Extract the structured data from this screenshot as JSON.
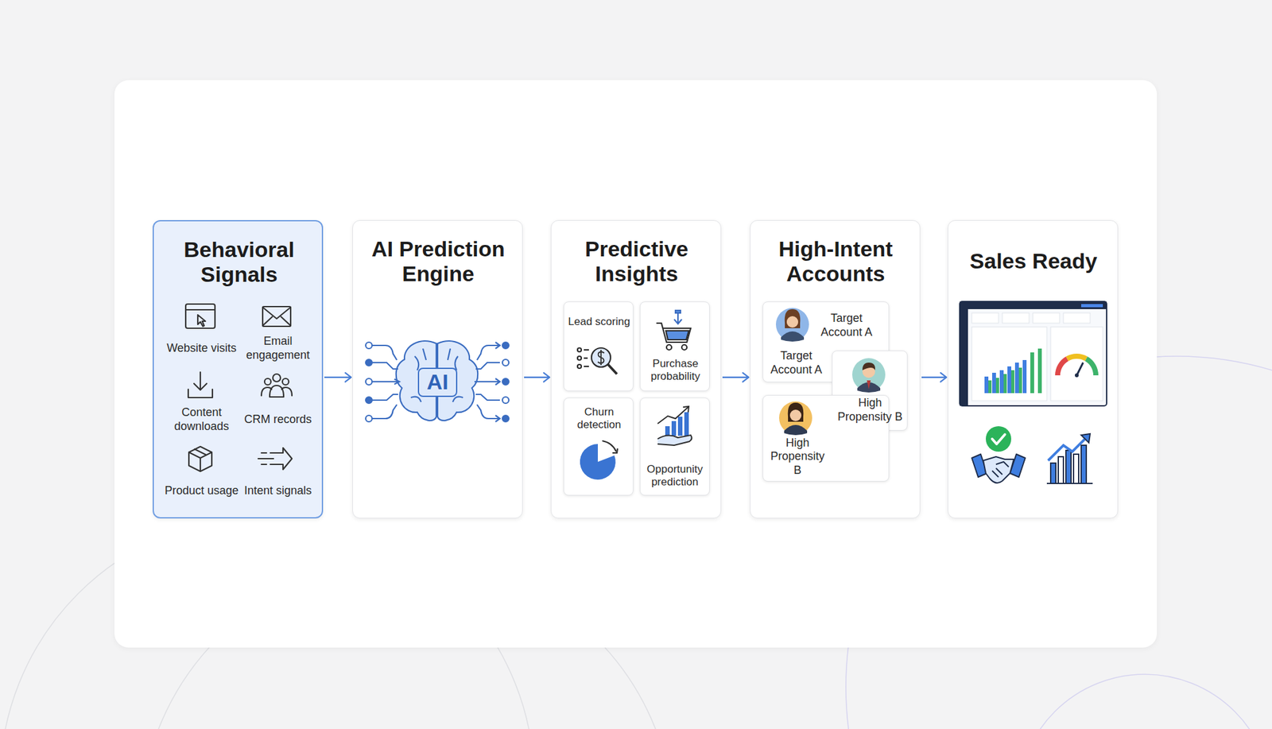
{
  "diagram": {
    "nodes": [
      {
        "text": [
          "Behavioral Signals",
          "Website visits",
          "Email engagement",
          "Content downloads",
          "CRM records",
          "Product usage",
          "Intent signals"
        ]
      },
      {
        "text": [
          "AI Prediction Engine",
          "AI"
        ]
      },
      {
        "text": [
          "Predictive Insights"
        ]
      },
      {
        "text": [
          "Lead scoring"
        ],
        "in": 2
      },
      {
        "text": [
          "Purchase probability"
        ],
        "in": 2
      },
      {
        "text": [
          "Churn detection"
        ],
        "in": 2
      },
      {
        "text": [
          "Opportunity prediction"
        ],
        "in": 2
      },
      {
        "text": [
          "High-Intent Accounts"
        ]
      },
      {
        "text": [
          "Target Account A",
          "Target Account A"
        ],
        "in": 7
      },
      {
        "text": [
          "High Propensity B"
        ],
        "in": 7
      },
      {
        "text": [
          "High Propensity B"
        ],
        "in": 7
      },
      {
        "text": [
          "Sales Ready"
        ]
      }
    ],
    "edges": [
      {
        "from": 0,
        "to": 1,
        "arrow": "to"
      },
      {
        "from": 1,
        "to": 2,
        "arrow": "to"
      },
      {
        "from": 2,
        "to": 7,
        "arrow": "to"
      },
      {
        "from": 7,
        "to": 11,
        "arrow": "to"
      }
    ]
  }
}
